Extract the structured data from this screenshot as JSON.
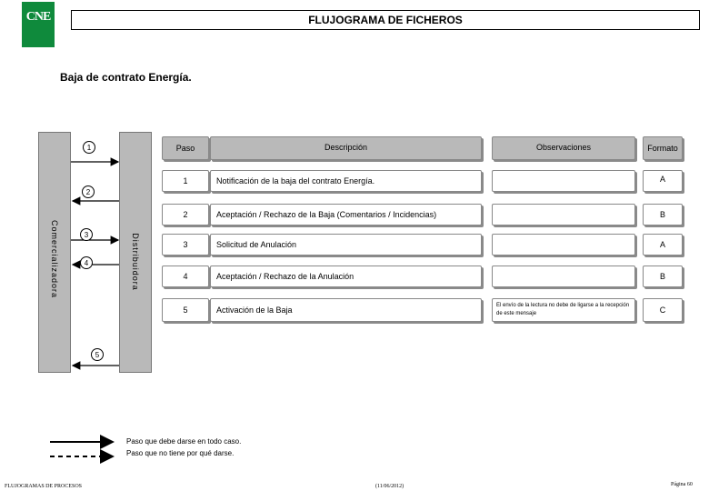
{
  "header": {
    "logo": "CNE",
    "title": "FLUJOGRAMA DE FICHEROS"
  },
  "subtitle": "Baja de contrato Energía.",
  "actors": {
    "left": "Comercializadora",
    "right": "Distribuidora"
  },
  "table": {
    "headers": {
      "paso": "Paso",
      "descripcion": "Descripción",
      "observaciones": "Observaciones",
      "formato": "Formato"
    },
    "rows": [
      {
        "paso": "1",
        "descripcion": "Notificación de la baja del contrato Energía.",
        "observaciones": "",
        "formato": "A"
      },
      {
        "paso": "2",
        "descripcion": "Aceptación / Rechazo de la Baja (Comentarios / Incidencias)",
        "observaciones": "",
        "formato": "B"
      },
      {
        "paso": "3",
        "descripcion": "Solicitud de Anulación",
        "observaciones": "",
        "formato": "A"
      },
      {
        "paso": "4",
        "descripcion": "Aceptación / Rechazo de la Anulación",
        "observaciones": "",
        "formato": "B"
      },
      {
        "paso": "5",
        "descripcion": "Activación de la Baja",
        "observaciones": "El envío de la lectura no debe de ligarse a la recepción de este mensaje",
        "formato": "C"
      }
    ]
  },
  "flow_steps": [
    "1",
    "2",
    "3",
    "4",
    "5"
  ],
  "legend": {
    "solid": "Paso que debe darse en todo caso.",
    "dashed": "Paso que no tiene por qué darse."
  },
  "footer": {
    "left": "FLUJOGRAMAS DE PROCESOS",
    "center": "(11/06/2012)",
    "right": "Página 60"
  }
}
